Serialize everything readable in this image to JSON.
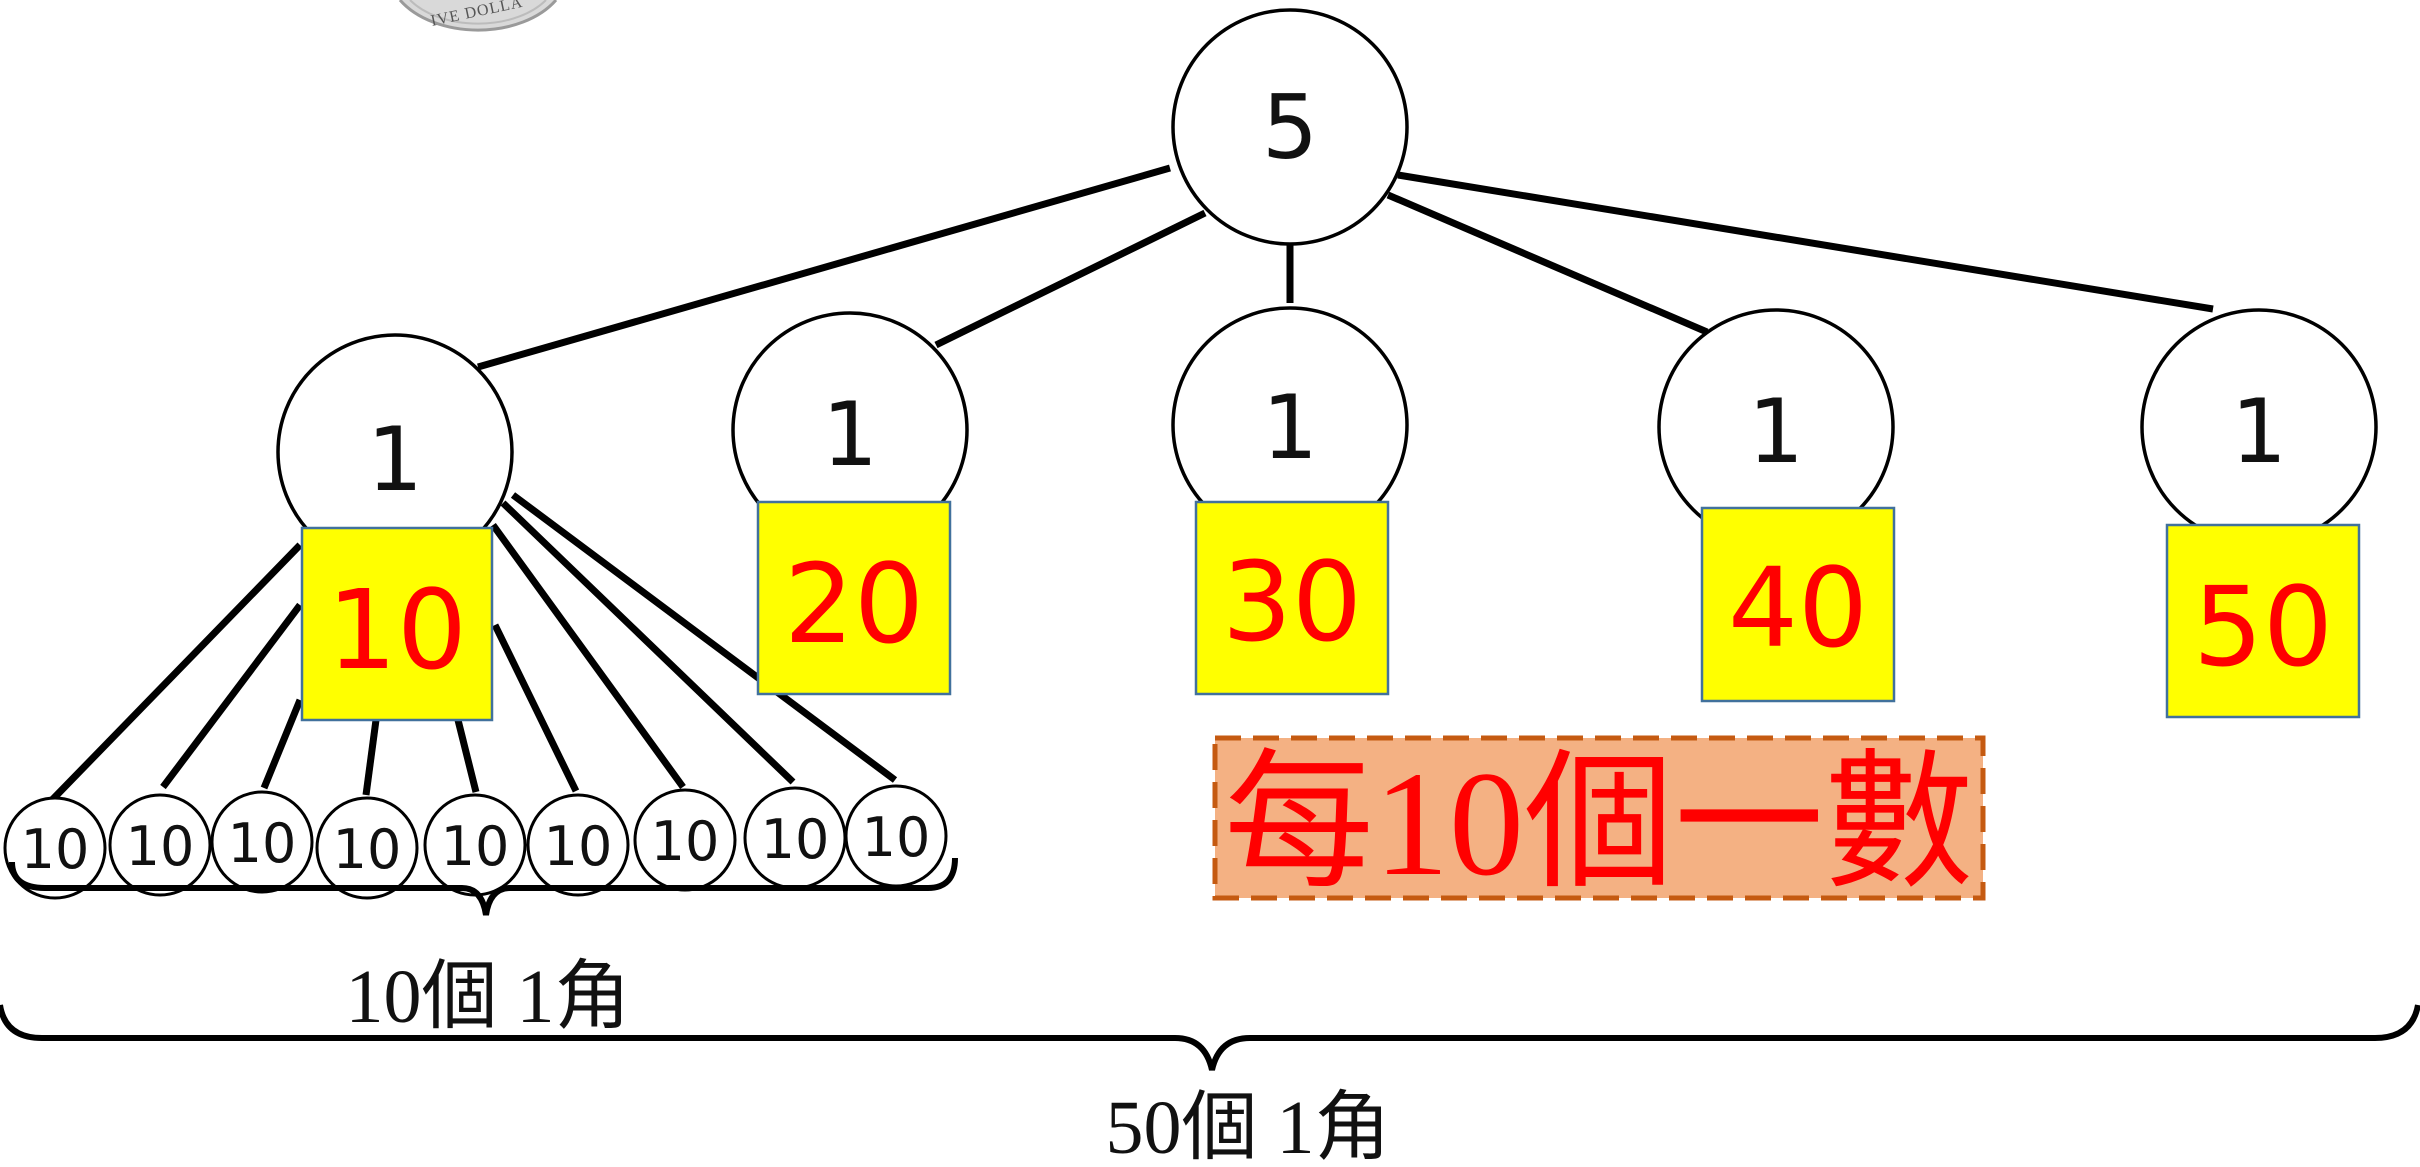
{
  "root": {
    "label": "5"
  },
  "children": [
    {
      "label": "1",
      "box": "10"
    },
    {
      "label": "1",
      "box": "20"
    },
    {
      "label": "1",
      "box": "30"
    },
    {
      "label": "1",
      "box": "40"
    },
    {
      "label": "1",
      "box": "50"
    }
  ],
  "leaves": [
    "10",
    "10",
    "10",
    "10",
    "10",
    "10",
    "10",
    "10",
    "10"
  ],
  "brace_labels": {
    "inner": "10個 1角",
    "outer": "50個 1角"
  },
  "callout": {
    "text": "每10個一數"
  },
  "coin": {
    "text": "IVE DOLLA"
  },
  "colors": {
    "box_fill": "#ffff00",
    "box_text": "#ff0000",
    "callout_fill": "#f4b183",
    "callout_border": "#c55a11"
  }
}
